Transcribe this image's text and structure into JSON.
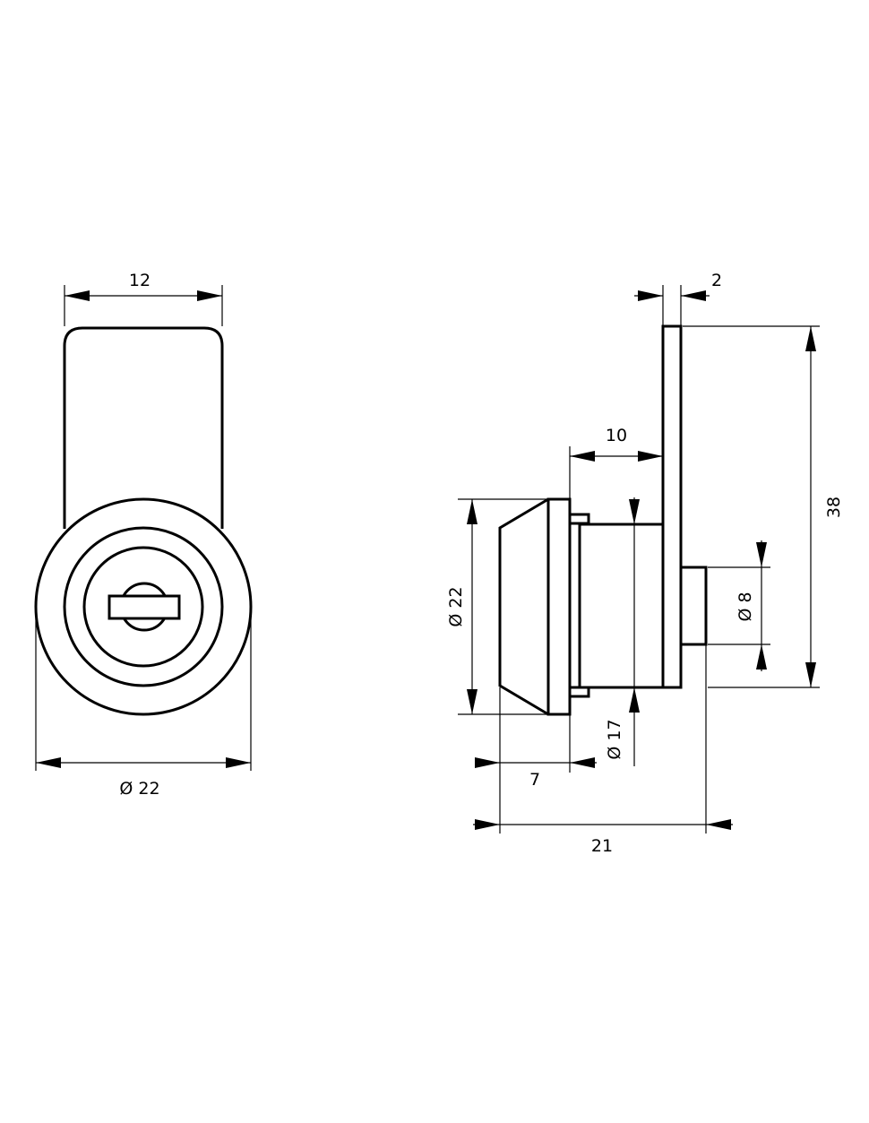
{
  "title": "Cam lock technical drawing",
  "front_view": {
    "dimensions": {
      "tongue_width": "12",
      "face_diameter": "Ø 22"
    }
  },
  "side_view": {
    "dimensions": {
      "plate_thickness": "2",
      "plate_length": "38",
      "body_length": "10",
      "face_diameter": "Ø 22",
      "cam_diameter": "Ø 8",
      "body_diameter": "Ø 17",
      "head_depth": "7",
      "overall_depth": "21"
    }
  },
  "colors": {
    "line": "#000000",
    "background": "#ffffff"
  }
}
